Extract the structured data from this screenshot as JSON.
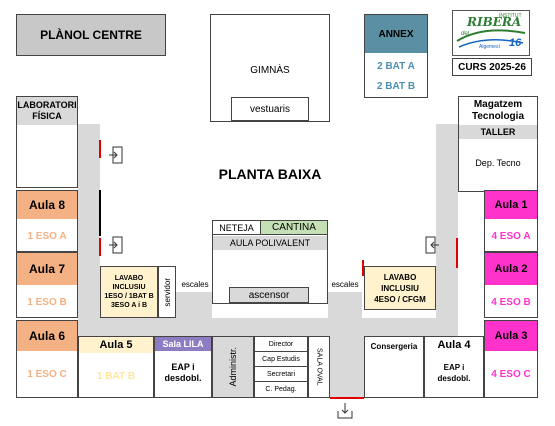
{
  "colors": {
    "corridor": "#d9d9d9",
    "orange": "#f4b183",
    "magenta": "#ff33cc",
    "annex_teal": "#5b8fa3",
    "cantina_green": "#c5e0b4",
    "lila": "#8e7cc3",
    "lavabo_yellow": "#fff2cc",
    "aula_text": "#f4b183",
    "aula_text_pink": "#ff33cc",
    "annex_text": "#4e8fb0",
    "door_red": "#e00000"
  },
  "header": {
    "planol_centre": "PLÀNOL CENTRE",
    "gimnas": "GIMNÀS",
    "vestuaris": "vestuaris",
    "annex": "ANNEX",
    "annex_2bat_a": "2 BAT A",
    "annex_2bat_b": "2 BAT B",
    "logo_word": "RIBERA",
    "logo_sub1": "INSTITUT",
    "logo_sub2": "del",
    "logo_sub3": "Algemesí",
    "logo_num": "16",
    "curs": "CURS 2025-26"
  },
  "left": {
    "lab_line1": "LABORATORI",
    "lab_line2": "FÍSICA",
    "aula8": "Aula 8",
    "aula8_group": "1 ESO A",
    "aula7": "Aula 7",
    "aula7_group": "1 ESO B",
    "aula6": "Aula 6",
    "aula6_group": "1 ESO C"
  },
  "right": {
    "magatzem_line1": "Magatzem",
    "magatzem_line2": "Tecnologia",
    "taller": "TALLER",
    "dep_tecno": "Dep. Tecno",
    "aula1": "Aula 1",
    "aula1_group": "4 ESO A",
    "aula2": "Aula 2",
    "aula2_group": "4 ESO B",
    "aula3": "Aula 3",
    "aula3_group": "4 ESO C"
  },
  "center": {
    "title": "PLANTA BAIXA",
    "neteja": "NETEJA",
    "cantina": "CANTINA",
    "aula_polivalent": "AULA POLIVALENT",
    "ascensor": "ascensor",
    "escales_left": "escales",
    "escales_right": "escales",
    "lavabo_left_1": "LAVABO",
    "lavabo_left_2": "INCLUSIU",
    "lavabo_left_3": "1ESO / 1BAT B",
    "lavabo_left_4": "3ESO A i B",
    "servidor": "servidor",
    "lavabo_right_1": "LAVABO INCLUSIU",
    "lavabo_right_2": "4ESO / CFGM"
  },
  "bottom": {
    "aula5": "Aula 5",
    "aula5_group": "1 BAT B",
    "sala_lila": "Sala LILA",
    "eap_left_1": "EAP i",
    "eap_left_2": "desdobl.",
    "administr": "Administr.",
    "director": "Director",
    "cap_estudis": "Cap Estudis",
    "secretari": "Secretari",
    "c_pedag": "C. Pedag.",
    "sala_oval": "SALA OVAL",
    "consergeria": "Consergeria",
    "aula4": "Aula 4",
    "eap_right_1": "EAP i",
    "eap_right_2": "desdobl.",
    "aula3_dup": ""
  },
  "icons": {
    "exit_left_top": "emergency-exit-icon",
    "exit_left_bottom": "emergency-exit-icon",
    "exit_right": "emergency-exit-icon",
    "entrance_bottom": "entrance-icon"
  }
}
